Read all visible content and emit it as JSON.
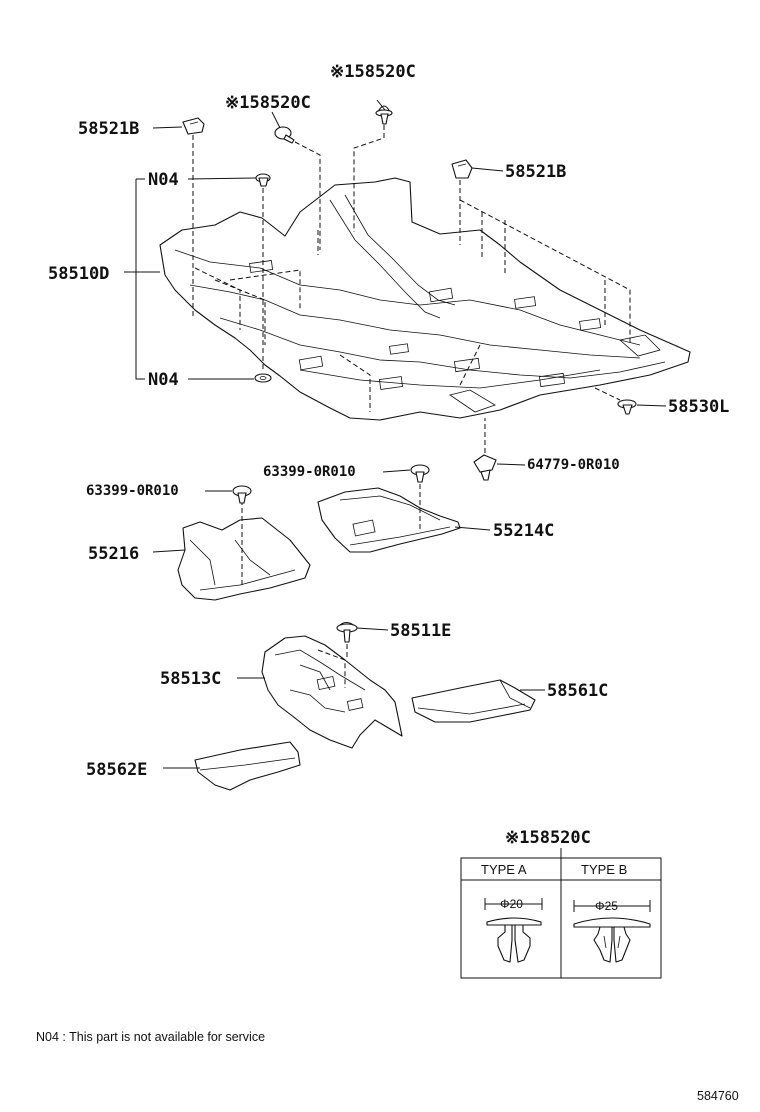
{
  "callouts": {
    "c58520c_top": "※158520C",
    "c58520c_left": "※158520C",
    "c58521b_left": "58521B",
    "c58521b_right": "58521B",
    "n04_top": "N04",
    "n04_bottom": "N04",
    "c58510d": "58510D",
    "c58530l": "58530L",
    "c64779": "64779-0R010",
    "c63399_right": "63399-0R010",
    "c63399_left": "63399-0R010",
    "c55214c": "55214C",
    "c55216": "55216",
    "c58511e": "58511E",
    "c58513c": "58513C",
    "c58561c": "58561C",
    "c58562e": "58562E"
  },
  "type_table": {
    "title": "※158520C",
    "type_a": "TYPE A",
    "type_b": "TYPE B",
    "dim_a": "Φ20",
    "dim_b": "Φ25"
  },
  "footnote": "N04 : This part is not available for service",
  "diagram_id": "584760"
}
